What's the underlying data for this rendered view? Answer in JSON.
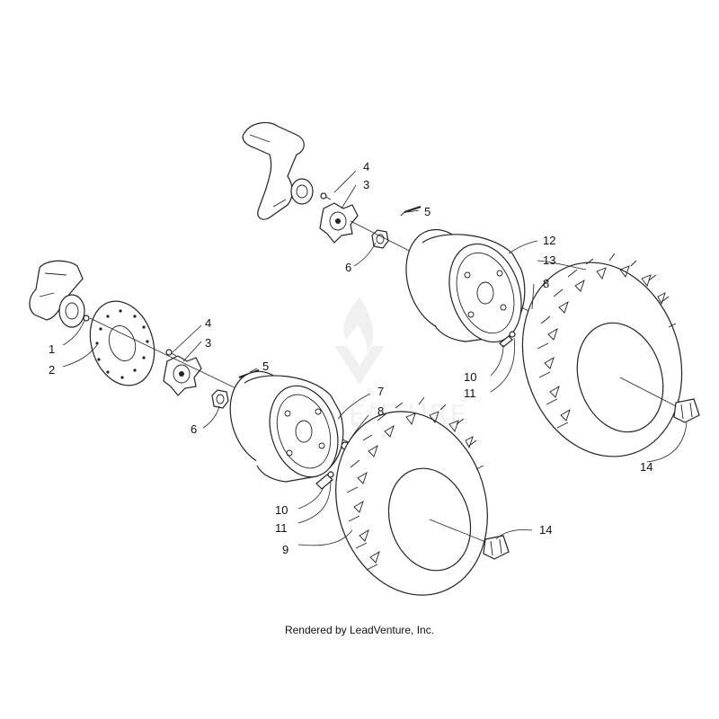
{
  "diagram": {
    "callouts": {
      "c1": "1",
      "c2": "2",
      "c3a": "3",
      "c4a": "4",
      "c5a": "5",
      "c6a": "6",
      "c7": "7",
      "c8a": "8",
      "c9": "9",
      "c10a": "10",
      "c11a": "11",
      "c14a": "14",
      "c3b": "3",
      "c4b": "4",
      "c5b": "5",
      "c6b": "6",
      "c8b": "8",
      "c10b": "10",
      "c11b": "11",
      "c12": "12",
      "c13": "13",
      "c14b": "14"
    },
    "credit": "Rendered by LeadVenture, Inc.",
    "watermark_text": "LEADVENTURE",
    "colors": {
      "line": "#222222",
      "watermark": "#e6e6e6"
    }
  }
}
